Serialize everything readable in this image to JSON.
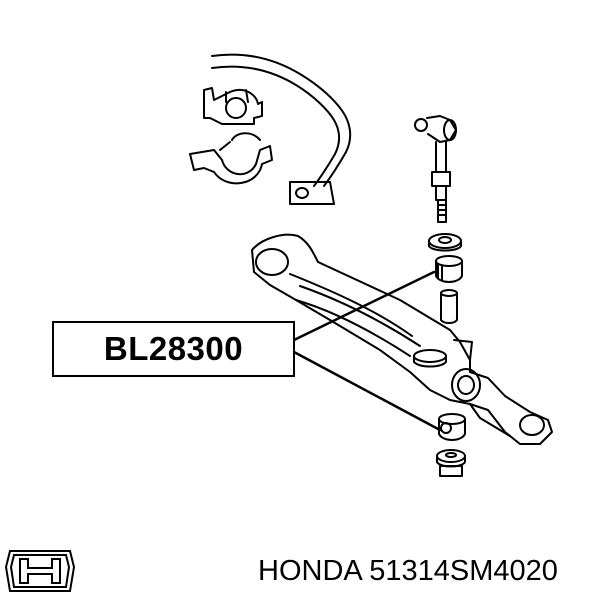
{
  "diagram": {
    "part_label": "BL28300",
    "brand": "HONDA",
    "part_number": "51314SM4020"
  },
  "logo": {
    "icon": "honda-logo-icon"
  },
  "colors": {
    "ink": "#000000",
    "background": "#ffffff"
  }
}
